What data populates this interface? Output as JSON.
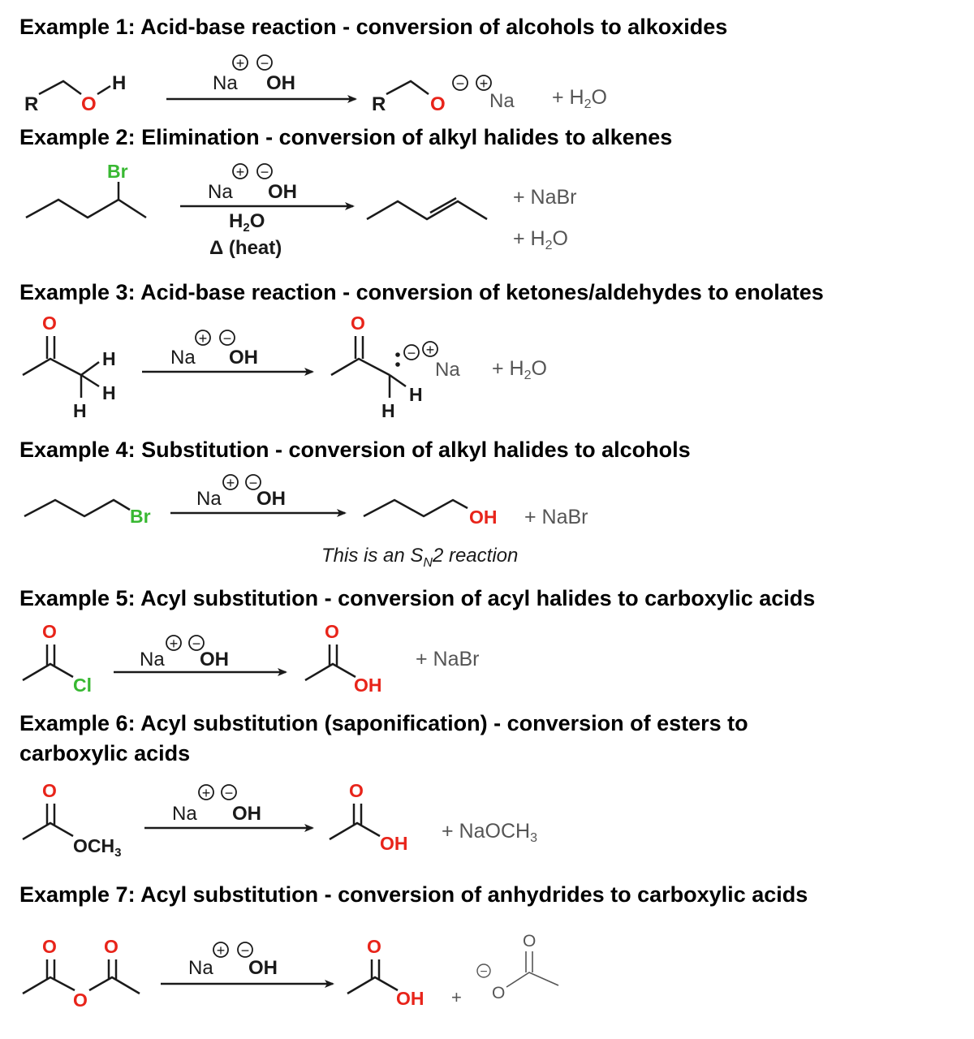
{
  "examples": [
    {
      "title": "Example 1: Acid-base reaction - conversion of alcohols to alkoxides"
    },
    {
      "title": "Example 2: Elimination - conversion of alkyl halides to alkenes"
    },
    {
      "title": "Example 3: Acid-base reaction - conversion of ketones/aldehydes to enolates"
    },
    {
      "title": "Example 4: Substitution - conversion of alkyl halides to alcohols"
    },
    {
      "title": "Example 5: Acyl substitution - conversion of acyl halides to carboxylic acids"
    },
    {
      "title_line1": "Example 6: Acyl substitution (saponification) - conversion of esters to",
      "title_line2": "carboxylic acids"
    },
    {
      "title": "Example 7: Acyl substitution - conversion of anhydrides to carboxylic acids"
    }
  ],
  "labels": {
    "r": "R",
    "h": "H",
    "o": "O",
    "oh": "OH",
    "na": "Na",
    "br": "Br",
    "cl": "Cl",
    "och": "OCH",
    "sub3": "3",
    "sub2": "2",
    "plus": "+",
    "minus": "−",
    "h2o_prefix": "+ H",
    "h2o_suffix": "O",
    "h2": "H",
    "h2_sub": "2",
    "h2_o": "O",
    "heat": "Δ (heat)",
    "nabr": "+ NaBr",
    "naoch_prefix": "+ NaOCH",
    "plus_sign": "+",
    "note_prefix": "This is an S",
    "note_sub": "N",
    "note_suffix": "2 reaction"
  },
  "colors": {
    "oxygen": "#e8241a",
    "halogen": "#38b832",
    "bond": "#1a1a1a",
    "byproduct": "#555555"
  }
}
